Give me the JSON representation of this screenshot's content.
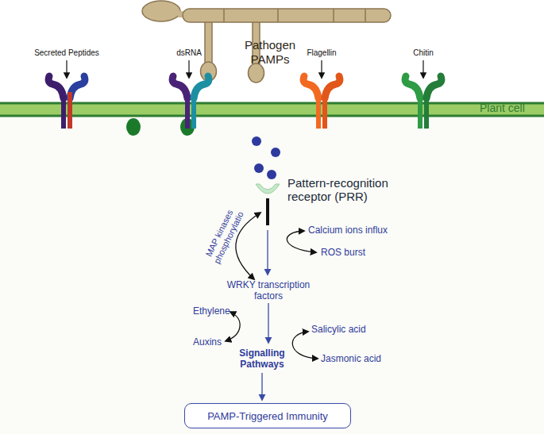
{
  "diagram": {
    "nodes": [
      {
        "text": [
          "Pathogen PAMPs"
        ]
      },
      {
        "text": [
          "PAMP-Triggered Immunity"
        ]
      }
    ],
    "labels": [
      "Secreted Peptides",
      "dsRNA",
      "Flagellin",
      "Chitin",
      "Plant cell",
      "Pattern-recognition receptor (PRR)",
      "MAP kinases phosphorylatio",
      "Calcium ions influx",
      "ROS burst",
      "WRKY transcription factors",
      "Ethylene",
      "Auxins",
      "Salicylic acid",
      "Jasmonic acid",
      "Signalling Pathways"
    ]
  }
}
